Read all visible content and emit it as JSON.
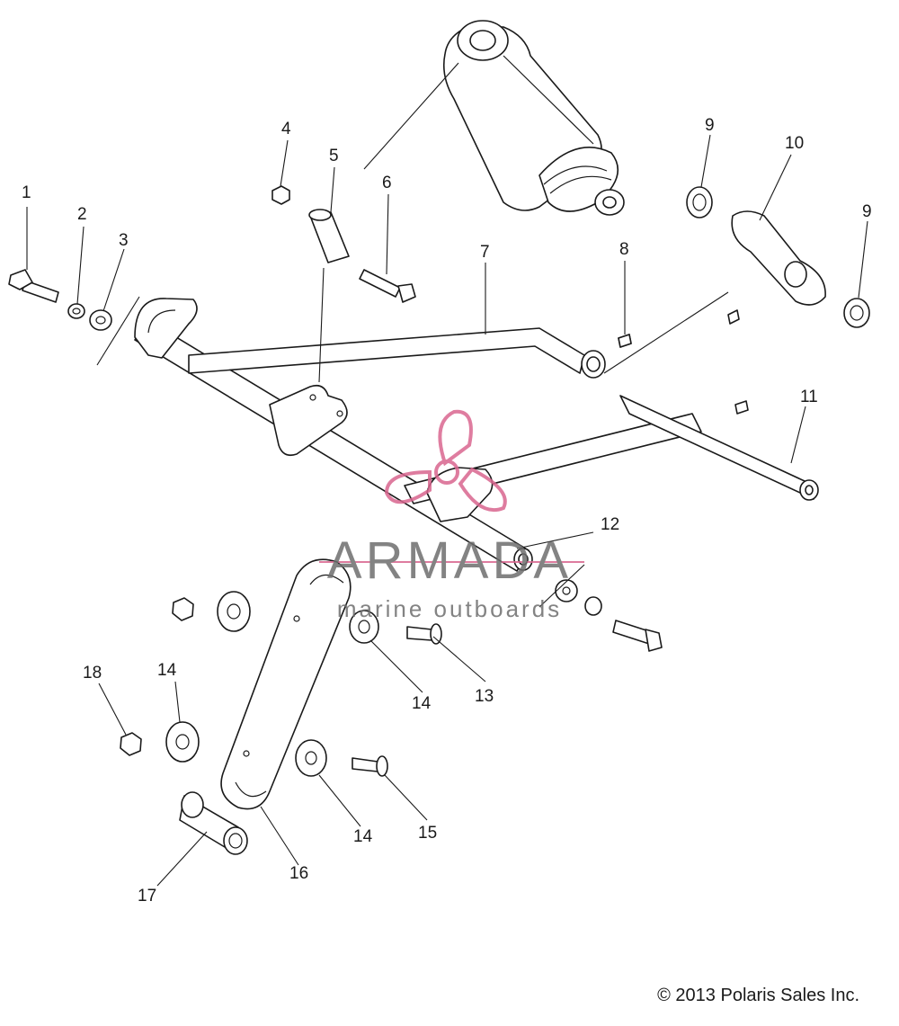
{
  "diagram": {
    "callouts": [
      "1",
      "2",
      "3",
      "4",
      "5",
      "6",
      "7",
      "8",
      "9",
      "10",
      "9",
      "11",
      "12",
      "13",
      "14",
      "14",
      "14",
      "15",
      "16",
      "17",
      "18"
    ]
  },
  "watermark": {
    "brand": "ARMADA",
    "tagline": "marine outboards",
    "accent_color": "#d9668f"
  },
  "footer": {
    "copyright": "© 2013 Polaris Sales Inc."
  }
}
